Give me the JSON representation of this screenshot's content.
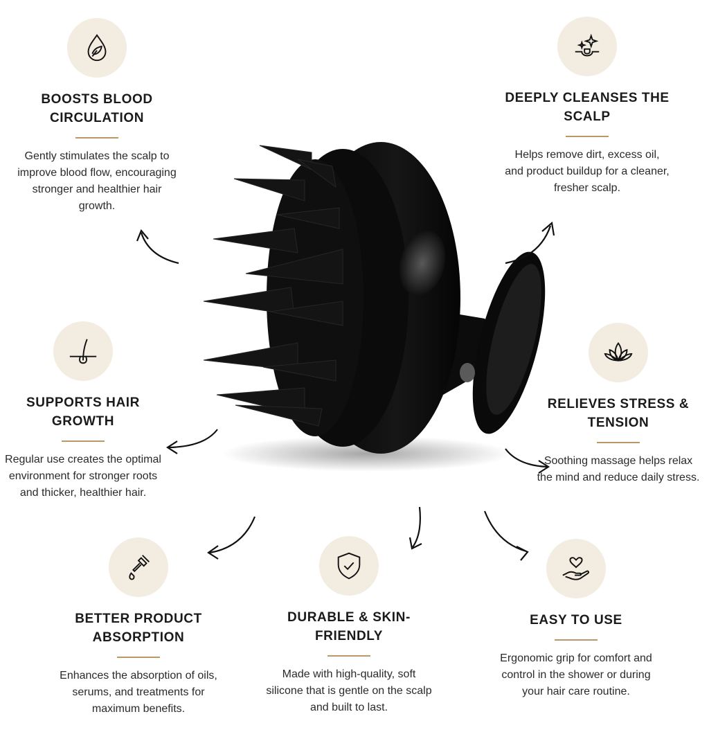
{
  "accent_color": "#b9976a",
  "icon_bg_color": "#f3ece1",
  "features": [
    {
      "icon": "water-drop-leaf-icon",
      "title": "BOOSTS BLOOD CIRCULATION",
      "description": "Gently stimulates the scalp to improve blood flow, encouraging stronger and healthier hair growth."
    },
    {
      "icon": "sparkle-cleanse-icon",
      "title": "DEEPLY CLEANSES THE SCALP",
      "description": "Helps remove dirt, excess oil, and product buildup for a cleaner, fresher scalp."
    },
    {
      "icon": "hair-follicle-icon",
      "title": "SUPPORTS HAIR GROWTH",
      "description": "Regular use creates the optimal environment for stronger roots and thicker, healthier hair."
    },
    {
      "icon": "lotus-icon",
      "title": "RELIEVES STRESS & TENSION",
      "description": "Soothing massage helps relax the mind and reduce daily stress."
    },
    {
      "icon": "dropper-icon",
      "title": "BETTER PRODUCT ABSORPTION",
      "description": "Enhances the absorption of oils, serums, and treatments for maximum benefits."
    },
    {
      "icon": "shield-check-icon",
      "title": "DURABLE & SKIN-FRIENDLY",
      "description": "Made with high-quality, soft silicone that is gentle on the scalp and built to last."
    },
    {
      "icon": "heart-hand-icon",
      "title": "EASY TO USE",
      "description": "Ergonomic grip for comfort and control in the shower or during your hair care routine."
    }
  ]
}
